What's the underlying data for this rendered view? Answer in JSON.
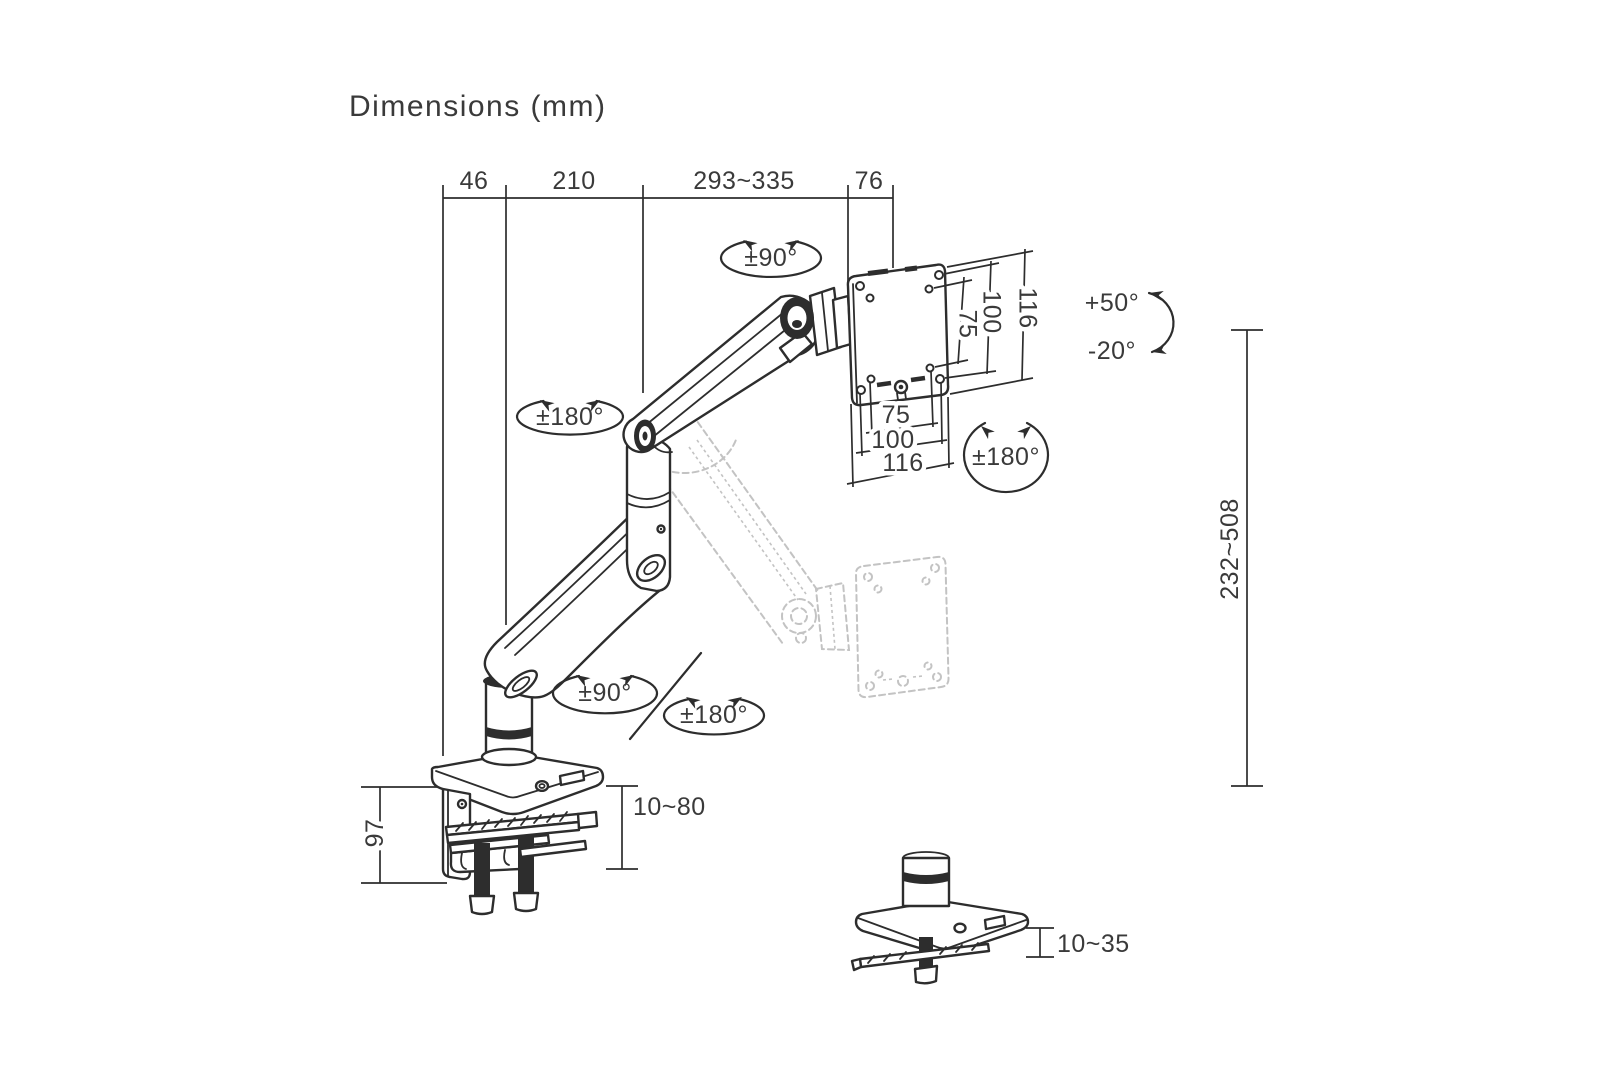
{
  "title": "Dimensions (mm)",
  "colors": {
    "ink": "#2d2d2d",
    "ghost": "#c3c3c3",
    "text": "#3a3a3a",
    "background": "#ffffff"
  },
  "top_dims": {
    "seg1": "46",
    "seg2": "210",
    "seg3": "293~335",
    "seg4": "76"
  },
  "vesa": {
    "right": {
      "inner": "75",
      "outer": "100",
      "overall": "116"
    },
    "bottom": {
      "inner": "75",
      "outer": "100",
      "overall": "116"
    },
    "rotation": "±180°"
  },
  "height_range": "232~508",
  "tilt": {
    "up": "+50°",
    "down": "-20°"
  },
  "rotations": {
    "monitor_swivel": "±90°",
    "mid_joint": "±180°",
    "arm_swivel": "±90°",
    "base_swivel": "±180°"
  },
  "clamp": {
    "bracket_height": "97",
    "desk_thickness": "10~80"
  },
  "grommet": {
    "desk_thickness": "10~35"
  }
}
